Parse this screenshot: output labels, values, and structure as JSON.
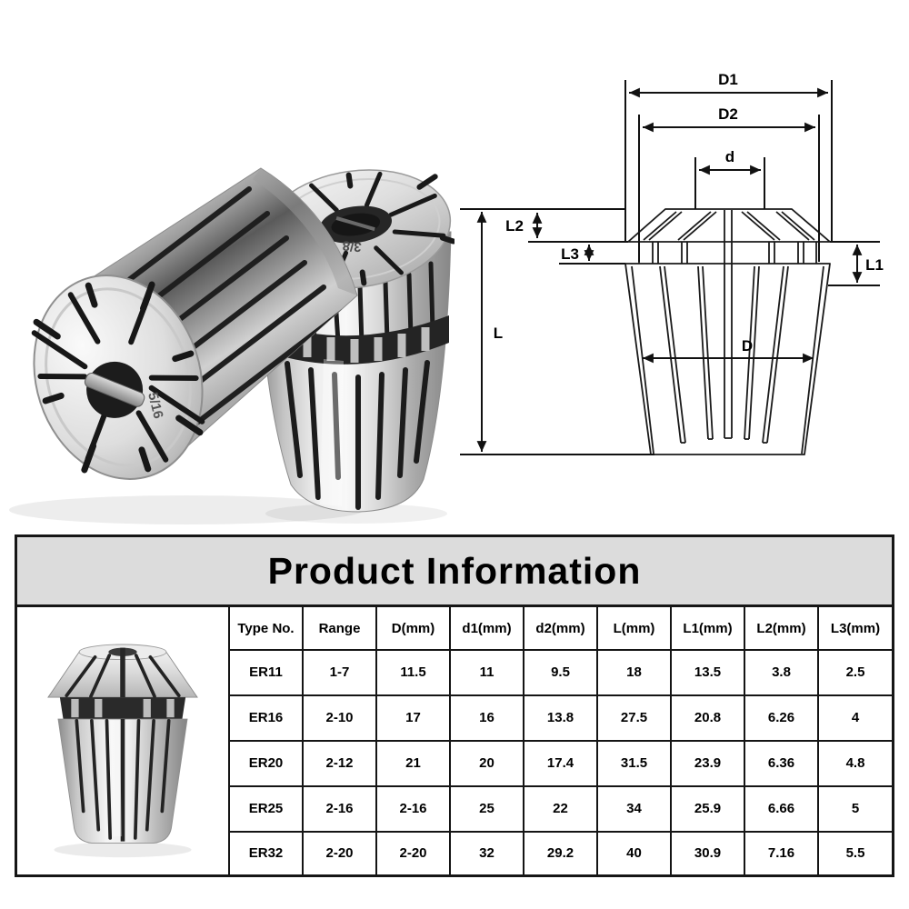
{
  "info": {
    "title": "Product Information",
    "title_bg": "#dcdcdc",
    "border_color": "#161616"
  },
  "photo": {
    "standing_marking": "3/8",
    "lying_marking": "5/16"
  },
  "diagram": {
    "line_color": "#1a1a1a",
    "labels": {
      "D1": "D1",
      "D2": "D2",
      "d": "d",
      "L2": "L2",
      "L3": "L3",
      "L1": "L1",
      "L": "L",
      "D": "D"
    }
  },
  "table": {
    "headers": [
      "Type No.",
      "Range",
      "D(mm)",
      "d1(mm)",
      "d2(mm)",
      "L(mm)",
      "L1(mm)",
      "L2(mm)",
      "L3(mm)"
    ],
    "rows": [
      [
        "ER11",
        "1-7",
        "11.5",
        "11",
        "9.5",
        "18",
        "13.5",
        "3.8",
        "2.5"
      ],
      [
        "ER16",
        "2-10",
        "17",
        "16",
        "13.8",
        "27.5",
        "20.8",
        "6.26",
        "4"
      ],
      [
        "ER20",
        "2-12",
        "21",
        "20",
        "17.4",
        "31.5",
        "23.9",
        "6.36",
        "4.8"
      ],
      [
        "ER25",
        "2-16",
        "2-16",
        "25",
        "22",
        "34",
        "25.9",
        "6.66",
        "5"
      ],
      [
        "ER32",
        "2-20",
        "2-20",
        "32",
        "29.2",
        "40",
        "30.9",
        "7.16",
        "5.5"
      ]
    ]
  }
}
